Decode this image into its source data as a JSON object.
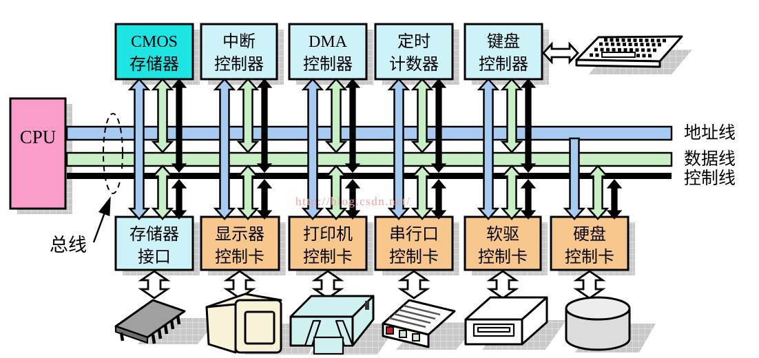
{
  "colors": {
    "cpu_fill": "#FB9DCB",
    "cmos_fill": "#1FE4E4",
    "controller_fill": "#CDF2F7",
    "card_fill": "#F8C78E",
    "address_bus": "#A8CBF1",
    "data_bus": "#C9EFC6",
    "control_bus": "#000000",
    "shadow": "#C8C8C8",
    "watermark": "#F0A2A2",
    "monitor_fill": "#F7F2D8",
    "printer_fill": "#CFF2F0",
    "chip_fill": "#A0A0A0",
    "disk_fill": "#DCDCDC"
  },
  "cpu": {
    "label": "CPU"
  },
  "bus_annotation": {
    "label": "总线"
  },
  "watermark": {
    "text": "http://blog.csdn.net/"
  },
  "buses": [
    {
      "name": "address",
      "label": "地址线"
    },
    {
      "name": "data",
      "label": "数据线"
    },
    {
      "name": "control",
      "label": "控制线"
    }
  ],
  "top_boxes": [
    {
      "line1": "CMOS",
      "line2": "存储器"
    },
    {
      "line1": "中断",
      "line2": "控制器"
    },
    {
      "line1": "DMA",
      "line2": "控制器"
    },
    {
      "line1": "定时",
      "line2": "计数器"
    },
    {
      "line1": "键盘",
      "line2": "控制器"
    }
  ],
  "bottom_boxes": [
    {
      "line1": "存储器",
      "line2": "接口"
    },
    {
      "line1": "显示器",
      "line2": "控制卡"
    },
    {
      "line1": "打印机",
      "line2": "控制卡"
    },
    {
      "line1": "串行口",
      "line2": "控制卡"
    },
    {
      "line1": "软驱",
      "line2": "控制卡"
    },
    {
      "line1": "硬盘",
      "line2": "控制卡"
    }
  ],
  "peripherals": [
    "keyboard",
    "memory-chip",
    "crt-monitor",
    "printer",
    "serial-device",
    "floppy-drive",
    "hard-disk"
  ]
}
